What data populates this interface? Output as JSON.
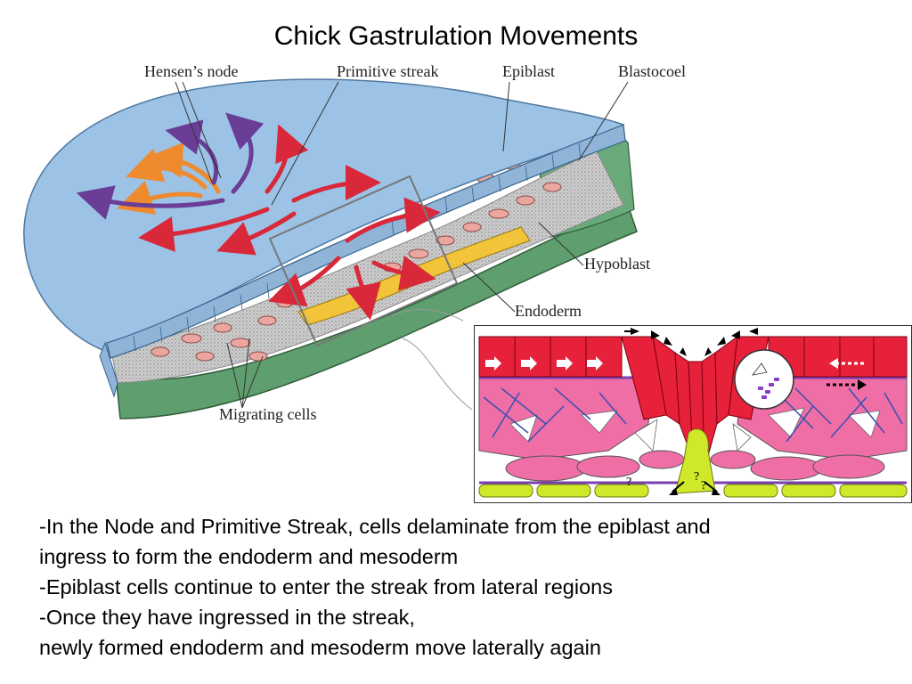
{
  "title": "Chick Gastrulation Movements",
  "labels": {
    "hensens_node": "Hensen’s node",
    "primitive_streak": "Primitive streak",
    "epiblast": "Epiblast",
    "blastocoel": "Blastocoel",
    "hypoblast": "Hypoblast",
    "endoderm": "Endoderm",
    "migrating_cells": "Migrating cells"
  },
  "inset": {
    "question_marks": [
      "?",
      "?",
      "?"
    ]
  },
  "bullets": [
    "-In the Node and Primitive Streak, cells delaminate from the epiblast and",
    "ingress to form the endoderm and mesoderm",
    "-Epiblast cells continue to enter the streak from lateral regions",
    "-Once they have ingressed in the streak,",
    "newly formed endoderm and mesoderm move laterally again"
  ],
  "colors": {
    "epiblast_surface": "#9cc3e6",
    "epiblast_cells": "#8fb4d8",
    "hypoblast": "#5f9e6e",
    "endoderm": "#f2c43a",
    "migrating_cells": "#eba6a0",
    "arrows_red": "#d8283a",
    "arrows_purple": "#6a3d96",
    "arrows_orange": "#ef8a2e",
    "inset_epiblast": "#e8213a",
    "inset_mesoderm": "#ef6ea6",
    "inset_endoderm": "#cfe82a",
    "inset_basement": "#7a3fb0"
  }
}
